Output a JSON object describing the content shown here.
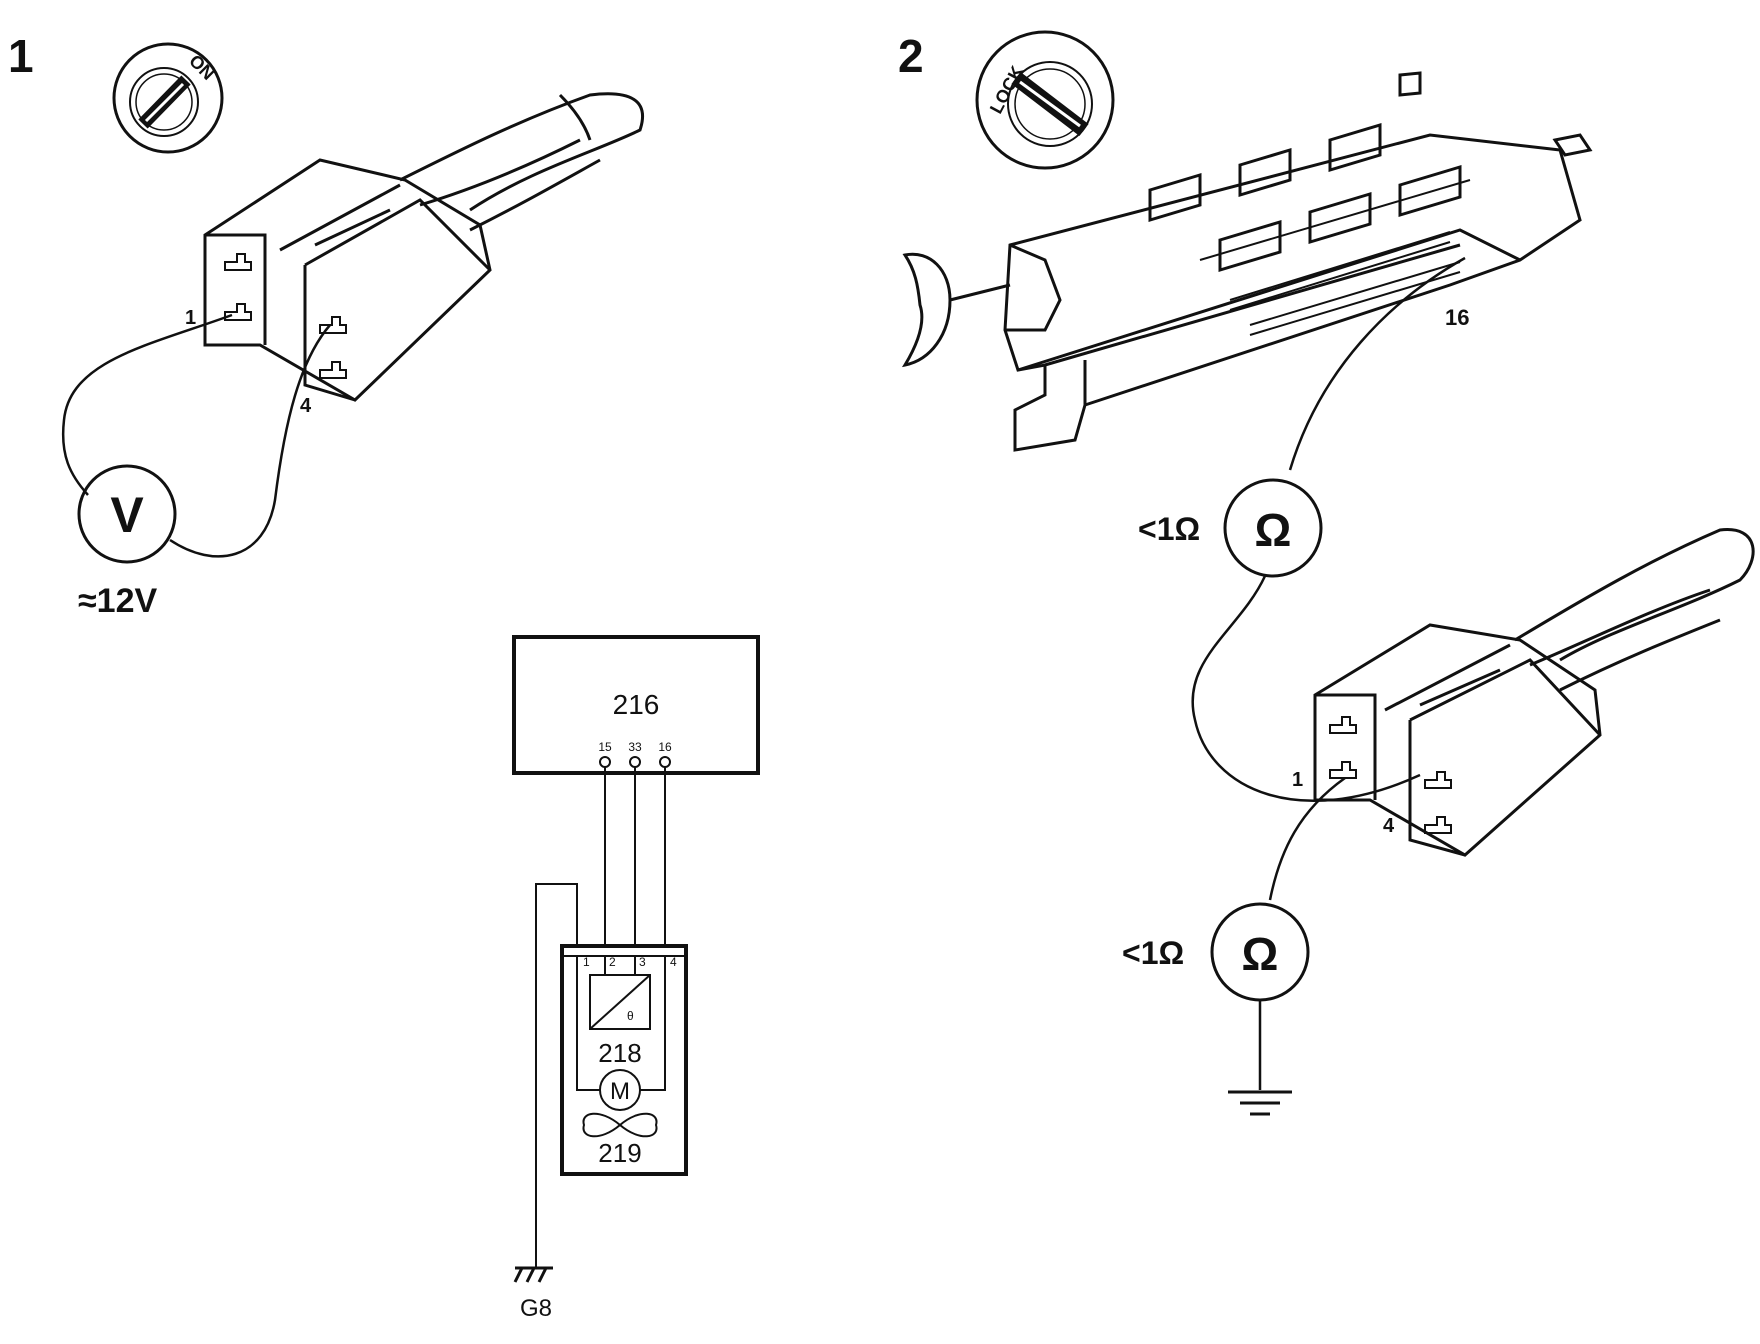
{
  "steps": {
    "one": "1",
    "two": "2"
  },
  "ignition": {
    "on": "ON",
    "lock": "LOCK"
  },
  "step1": {
    "pin_a": "1",
    "pin_b": "4",
    "meter_symbol": "V",
    "reading": "≈12V"
  },
  "step2": {
    "ecu_pin": "16",
    "meter_symbol": "Ω",
    "reading_upper": "<1Ω",
    "reading_lower": "<1Ω",
    "pin_a": "1",
    "pin_b": "4"
  },
  "schematic": {
    "ecu_label": "216",
    "ecu_pins": [
      "15",
      "33",
      "16"
    ],
    "module_pins": [
      "1",
      "2",
      "3",
      "4"
    ],
    "sensor_label": "218",
    "sensor_symbol": "θ",
    "motor_symbol": "M",
    "fan_label": "219",
    "ground_label": "G8"
  }
}
